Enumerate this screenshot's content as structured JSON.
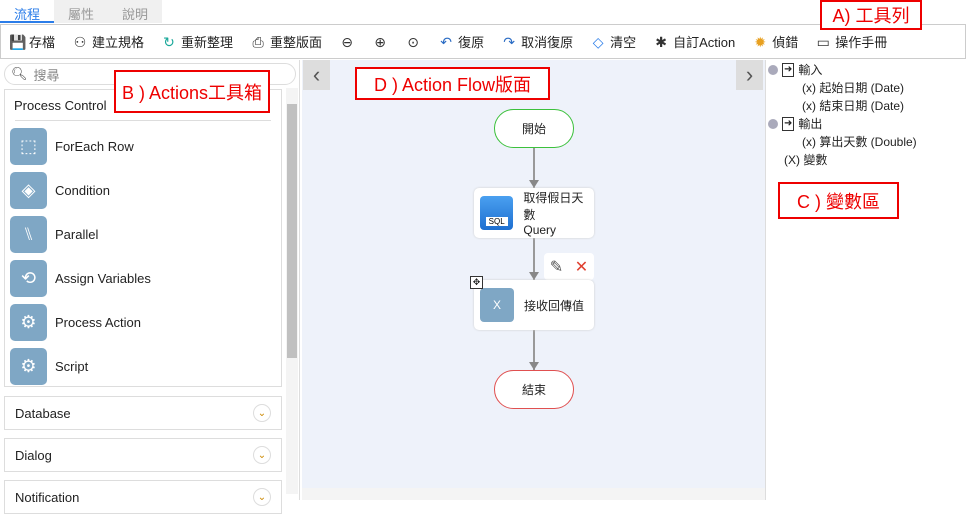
{
  "tabs": [
    {
      "label": "流程",
      "active": true
    },
    {
      "label": "屬性"
    },
    {
      "label": "說明"
    }
  ],
  "toolbar": {
    "items": [
      {
        "label": "存檔",
        "icon": "save-icon",
        "glyph": "💾",
        "color": "#1e5fa8"
      },
      {
        "label": "建立規格",
        "icon": "spec-icon",
        "glyph": "⚇",
        "color": "#333"
      },
      {
        "label": "重新整理",
        "icon": "refresh-icon",
        "glyph": "↻",
        "color": "#1aa89a"
      },
      {
        "label": "重整版面",
        "icon": "layout-icon",
        "glyph": "⎙",
        "color": "#333"
      },
      {
        "label": "",
        "icon": "zoom-out-icon",
        "glyph": "⊖",
        "color": "#333"
      },
      {
        "label": "",
        "icon": "zoom-in-icon",
        "glyph": "⊕",
        "color": "#333"
      },
      {
        "label": "",
        "icon": "fit-icon",
        "glyph": "⊙",
        "color": "#333"
      },
      {
        "label": "復原",
        "icon": "undo-icon",
        "glyph": "↶",
        "color": "#2b6cc4"
      },
      {
        "label": "取消復原",
        "icon": "redo-icon",
        "glyph": "↷",
        "color": "#2b6cc4"
      },
      {
        "label": "清空",
        "icon": "eraser-icon",
        "glyph": "◇",
        "color": "#2b7de9"
      },
      {
        "label": "自訂Action",
        "icon": "custom-action-icon",
        "glyph": "✱",
        "color": "#333"
      },
      {
        "label": "偵錯",
        "icon": "debug-icon",
        "glyph": "✹",
        "color": "#e8a020"
      },
      {
        "label": "操作手冊",
        "icon": "manual-icon",
        "glyph": "▭",
        "color": "#333"
      }
    ]
  },
  "search": {
    "placeholder": "搜尋"
  },
  "toolbox": {
    "group": "Process Control",
    "items": [
      {
        "label": "ForEach Row",
        "icon": "foreach-icon",
        "glyph": "⬚"
      },
      {
        "label": "Condition",
        "icon": "condition-icon",
        "glyph": "◈"
      },
      {
        "label": "Parallel",
        "icon": "parallel-icon",
        "glyph": "⑊"
      },
      {
        "label": "Assign Variables",
        "icon": "assign-icon",
        "glyph": "⟲"
      },
      {
        "label": "Process Action",
        "icon": "process-action-icon",
        "glyph": "⚙"
      },
      {
        "label": "Script",
        "icon": "script-icon",
        "glyph": "⚙"
      }
    ],
    "sections": [
      "Database",
      "Dialog",
      "Notification"
    ]
  },
  "flow": {
    "start": "開始",
    "end": "結束",
    "nodes": [
      {
        "title": "取得假日天數",
        "subtitle": "Query",
        "badge": "SQL"
      },
      {
        "title": "接收回傳值",
        "subtitle": ""
      }
    ]
  },
  "variables": {
    "input": "輸入",
    "input_items": [
      "(x) 起始日期 (Date)",
      "(x) 結束日期 (Date)"
    ],
    "output": "輸出",
    "output_items": [
      "(x) 算出天數 (Double)"
    ],
    "vars": "(X) 變數"
  },
  "annotations": {
    "a": "A) 工具列",
    "b": "B ) Actions工具箱",
    "c": "C ) 變數區",
    "d": "D ) Action Flow版面"
  },
  "colors": {
    "accent": "#2b7de9",
    "start_border": "#3cc13c",
    "end_border": "#e05050",
    "annotation": "#ee0000"
  }
}
